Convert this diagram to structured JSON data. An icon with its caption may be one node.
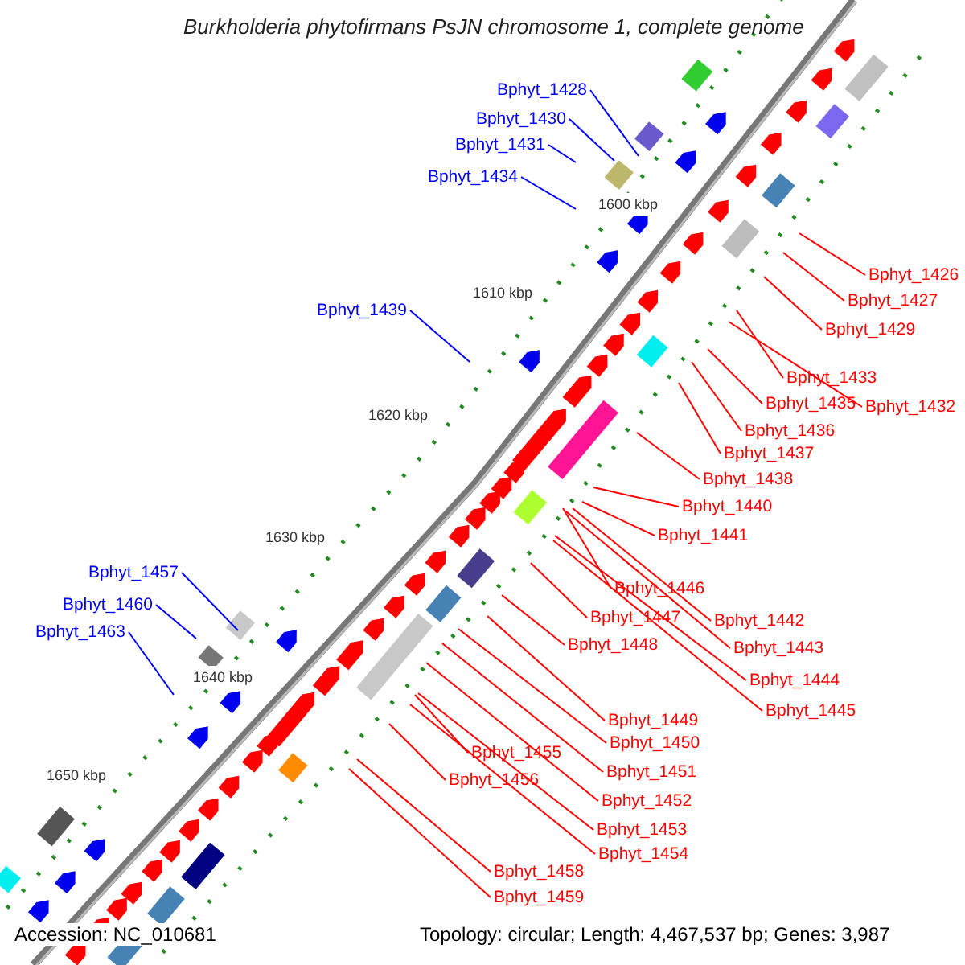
{
  "diagram": {
    "title": "Burkholderia phytofirmans PsJN chromosome 1, complete genome",
    "nodes": [
      {
        "text": [
          "Bphyt_1428"
        ]
      },
      {
        "text": [
          "Bphyt_1430"
        ]
      },
      {
        "text": [
          "Bphyt_1431"
        ]
      },
      {
        "text": [
          "Bphyt_1434"
        ]
      },
      {
        "text": [
          "Bphyt_1426"
        ]
      },
      {
        "text": [
          "Bphyt_1427"
        ]
      },
      {
        "text": [
          "Bphyt_1429"
        ]
      },
      {
        "text": [
          "Bphyt_1439"
        ]
      },
      {
        "text": [
          "Bphyt_1433"
        ]
      },
      {
        "text": [
          "Bphyt_1435"
        ]
      },
      {
        "text": [
          "Bphyt_1432"
        ]
      },
      {
        "text": [
          "Bphyt_1436"
        ]
      },
      {
        "text": [
          "Bphyt_1437"
        ]
      },
      {
        "text": [
          "Bphyt_1438"
        ]
      },
      {
        "text": [
          "Bphyt_1440"
        ]
      },
      {
        "text": [
          "Bphyt_1441"
        ]
      },
      {
        "text": [
          "Bphyt_1457"
        ]
      },
      {
        "text": [
          "Bphyt_1446"
        ]
      },
      {
        "text": [
          "Bphyt_1460"
        ]
      },
      {
        "text": [
          "Bphyt_1447"
        ]
      },
      {
        "text": [
          "Bphyt_1442"
        ]
      },
      {
        "text": [
          "Bphyt_1463"
        ]
      },
      {
        "text": [
          "Bphyt_1448"
        ]
      },
      {
        "text": [
          "Bphyt_1443"
        ]
      },
      {
        "text": [
          "Bphyt_1444"
        ]
      },
      {
        "text": [
          "Bphyt_1445"
        ]
      },
      {
        "text": [
          "Bphyt_1449"
        ]
      },
      {
        "text": [
          "Bphyt_1450"
        ]
      },
      {
        "text": [
          "Bphyt_1455"
        ]
      },
      {
        "text": [
          "Bphyt_1451"
        ]
      },
      {
        "text": [
          "Bphyt_1456"
        ]
      },
      {
        "text": [
          "Bphyt_1452"
        ]
      },
      {
        "text": [
          "Bphyt_1453"
        ]
      },
      {
        "text": [
          "Bphyt_1454"
        ]
      },
      {
        "text": [
          "Bphyt_1458"
        ]
      },
      {
        "text": [
          "Bphyt_1459"
        ]
      }
    ],
    "edges": [
      {
        "from": 0,
        "to": null,
        "arrow": "none",
        "color": "#0000ff"
      },
      {
        "from": 1,
        "to": null,
        "arrow": "none",
        "color": "#0000ff"
      },
      {
        "from": 2,
        "to": null,
        "arrow": "none",
        "color": "#0000ff"
      },
      {
        "from": 3,
        "to": null,
        "arrow": "none",
        "color": "#0000ff"
      },
      {
        "from": 4,
        "to": null,
        "arrow": "none"
      },
      {
        "from": 5,
        "to": null,
        "arrow": "none"
      },
      {
        "from": 6,
        "to": null,
        "arrow": "none"
      },
      {
        "from": 7,
        "to": null,
        "arrow": "none",
        "color": "#0000ff"
      },
      {
        "from": 8,
        "to": null,
        "arrow": "none"
      },
      {
        "from": 9,
        "to": null,
        "arrow": "none"
      },
      {
        "from": 10,
        "to": null,
        "arrow": "none"
      },
      {
        "from": 11,
        "to": null,
        "arrow": "none"
      },
      {
        "from": 12,
        "to": null,
        "arrow": "none"
      },
      {
        "from": 13,
        "to": null,
        "arrow": "none"
      },
      {
        "from": 14,
        "to": null,
        "arrow": "none"
      },
      {
        "from": 15,
        "to": null,
        "arrow": "none"
      },
      {
        "from": 16,
        "to": null,
        "arrow": "none",
        "color": "#0000ff"
      },
      {
        "from": 17,
        "to": null,
        "arrow": "none"
      },
      {
        "from": 18,
        "to": null,
        "arrow": "none",
        "color": "#0000ff"
      },
      {
        "from": 19,
        "to": null,
        "arrow": "none"
      },
      {
        "from": 20,
        "to": null,
        "arrow": "none"
      },
      {
        "from": 21,
        "to": null,
        "arrow": "none",
        "color": "#0000ff"
      },
      {
        "from": 22,
        "to": null,
        "arrow": "none"
      },
      {
        "from": 23,
        "to": null,
        "arrow": "none"
      },
      {
        "from": 24,
        "to": null,
        "arrow": "none"
      },
      {
        "from": 25,
        "to": null,
        "arrow": "none"
      },
      {
        "from": 26,
        "to": null,
        "arrow": "none"
      },
      {
        "from": 27,
        "to": null,
        "arrow": "none"
      },
      {
        "from": 28,
        "to": null,
        "arrow": "none"
      },
      {
        "from": 29,
        "to": null,
        "arrow": "none"
      },
      {
        "from": 30,
        "to": null,
        "arrow": "none"
      },
      {
        "from": 31,
        "to": null,
        "arrow": "none"
      },
      {
        "from": 32,
        "to": null,
        "arrow": "none"
      },
      {
        "from": 33,
        "to": null,
        "arrow": "none"
      },
      {
        "from": 34,
        "to": null,
        "arrow": "none"
      },
      {
        "from": 35,
        "to": null,
        "arrow": "none"
      }
    ],
    "labels": [
      "1600 kbp",
      "1610 kbp",
      "1620 kbp",
      "1630 kbp",
      "1640 kbp",
      "1650 kbp",
      "Accession: NC_010681",
      "Topology: circular; Length: 4,467,537 bp; Genes: 3,987"
    ]
  }
}
